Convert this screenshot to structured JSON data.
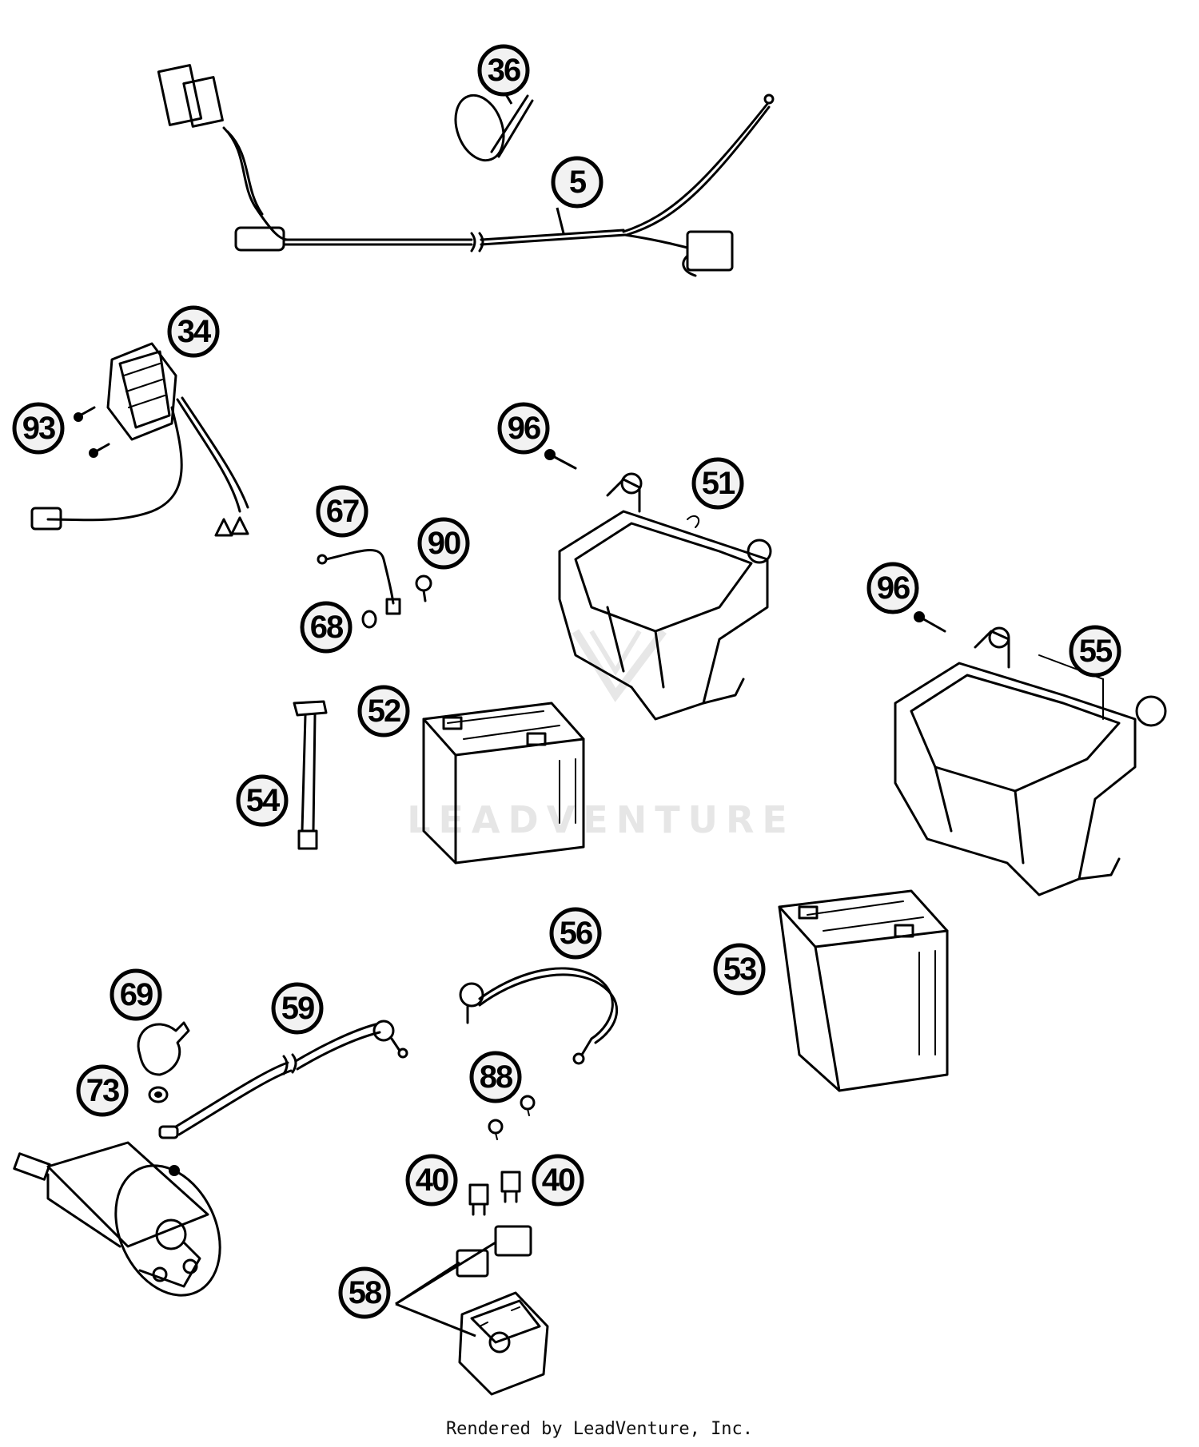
{
  "callouts": [
    {
      "id": "36",
      "label": "36"
    },
    {
      "id": "5",
      "label": "5"
    },
    {
      "id": "34",
      "label": "34"
    },
    {
      "id": "93",
      "label": "93"
    },
    {
      "id": "96a",
      "label": "96"
    },
    {
      "id": "51",
      "label": "51"
    },
    {
      "id": "67",
      "label": "67"
    },
    {
      "id": "90",
      "label": "90"
    },
    {
      "id": "68",
      "label": "68"
    },
    {
      "id": "96b",
      "label": "96"
    },
    {
      "id": "55",
      "label": "55"
    },
    {
      "id": "52",
      "label": "52"
    },
    {
      "id": "54",
      "label": "54"
    },
    {
      "id": "56",
      "label": "56"
    },
    {
      "id": "53",
      "label": "53"
    },
    {
      "id": "69",
      "label": "69"
    },
    {
      "id": "59",
      "label": "59"
    },
    {
      "id": "88",
      "label": "88"
    },
    {
      "id": "73",
      "label": "73"
    },
    {
      "id": "40a",
      "label": "40"
    },
    {
      "id": "40b",
      "label": "40"
    },
    {
      "id": "58",
      "label": "58"
    }
  ],
  "watermark": "LEADVENTURE",
  "footer": "Rendered by LeadVenture, Inc."
}
